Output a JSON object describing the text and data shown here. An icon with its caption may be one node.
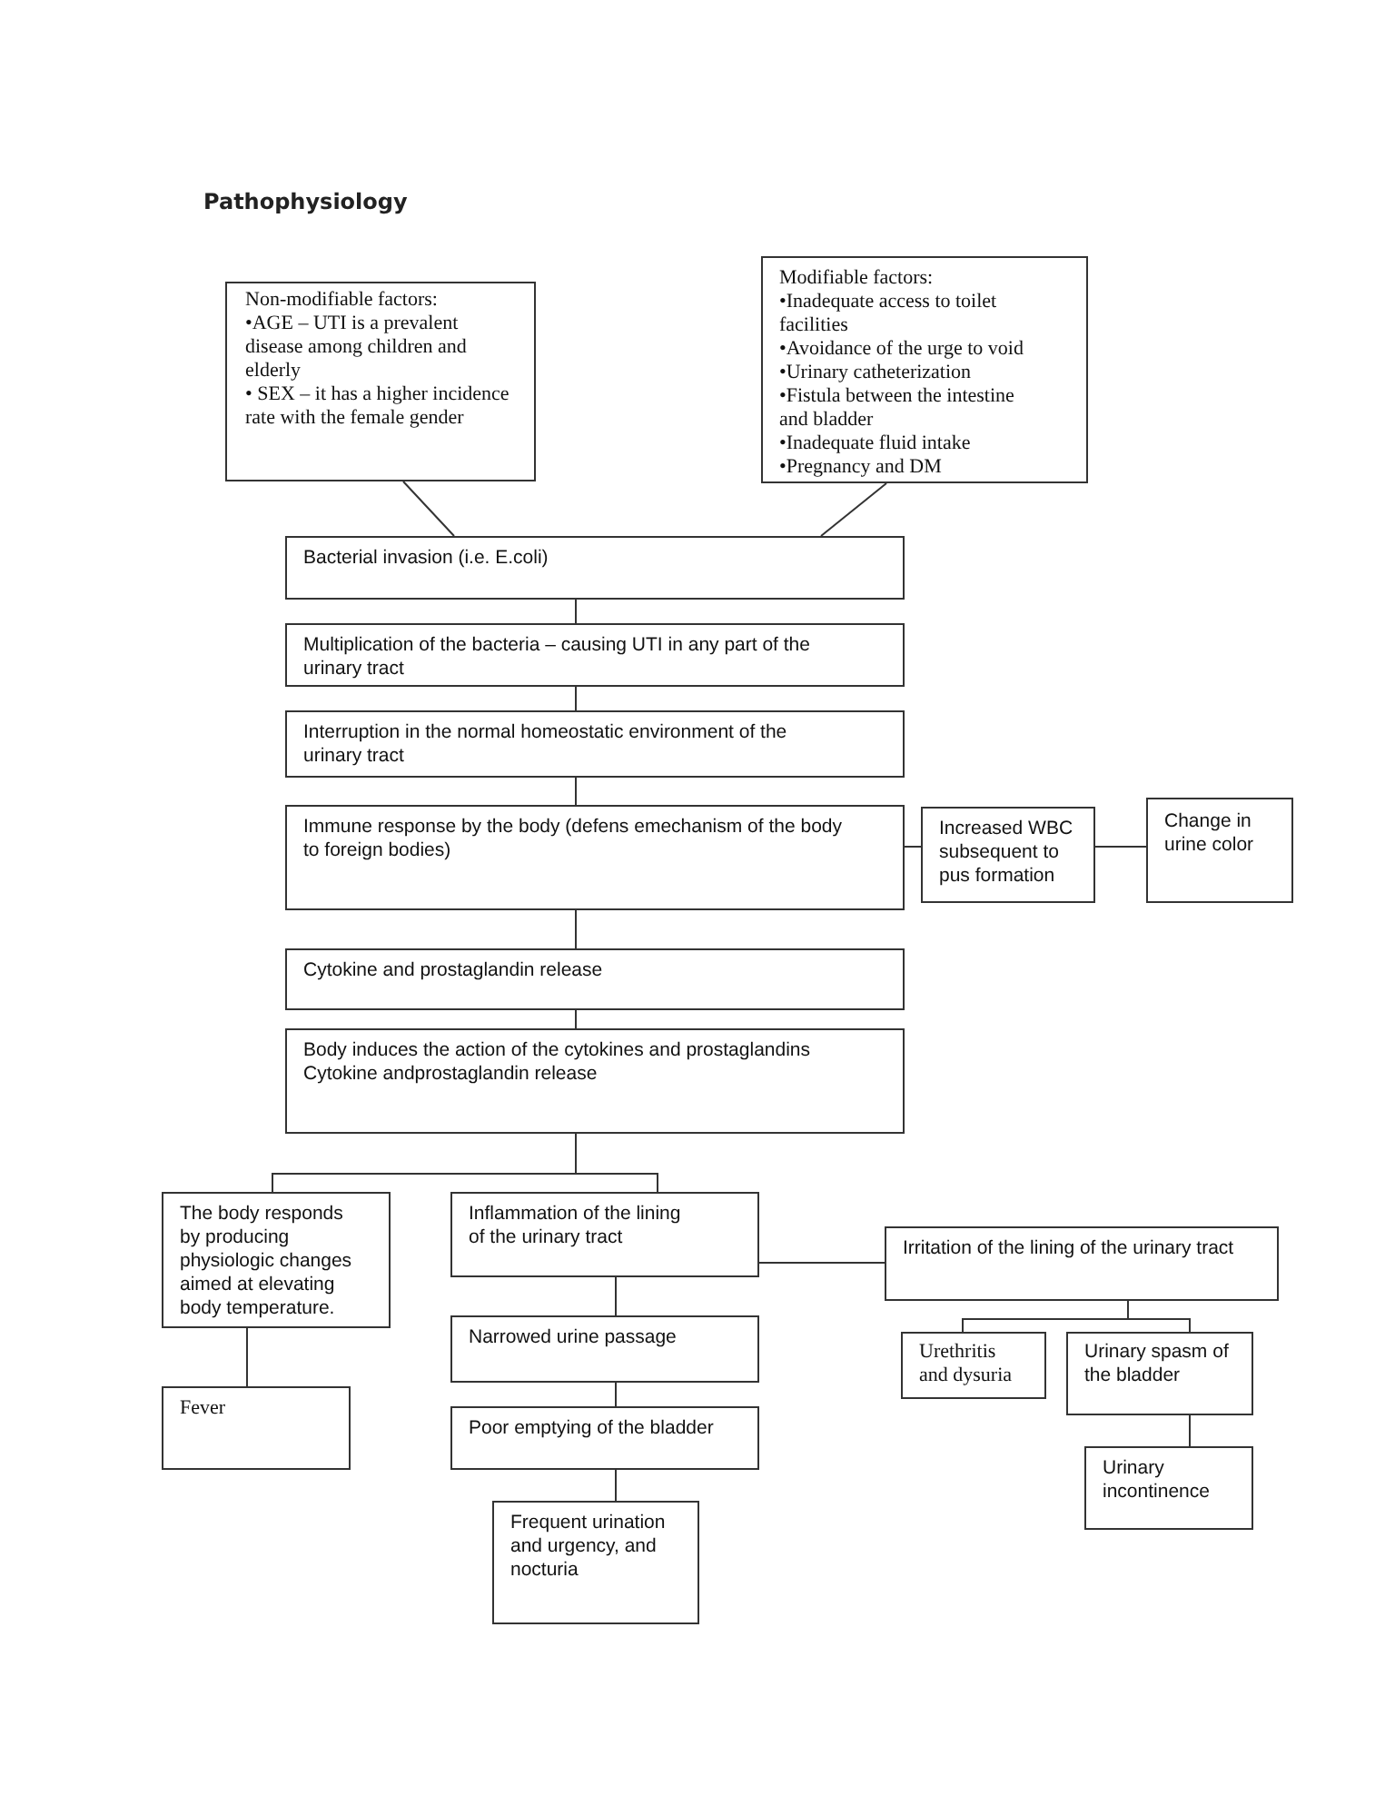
{
  "diagram": {
    "title": "Pathophysiology",
    "nodes": [
      {
        "text": [
          "Non-modifiable factors:",
          "•AGE – UTI is a prevalent disease among children and elderly",
          "• SEX – it has a higher incidence rate with the female gender"
        ]
      },
      {
        "text": [
          "Modifiable factors:",
          "•Inadequate access to toilet facilities",
          "•Avoidance of the urge to void",
          "•Urinary catheterization",
          "•Fistula between the intestine and bladder",
          "•Inadequate fluid intake",
          "•Pregnancy and DM"
        ]
      },
      {
        "text": [
          "Bacterial invasion (i.e. E.coli)"
        ]
      },
      {
        "text": [
          "Multiplication of the bacteria – causing UTI in any part of the urinary tract"
        ]
      },
      {
        "text": [
          "Interruption in the normal homeostatic environment of the urinary tract"
        ]
      },
      {
        "text": [
          "Immune response by the body (defens emechanism of the body to foreign bodies)"
        ]
      },
      {
        "text": [
          "Increased WBC subsequent to pus formation"
        ]
      },
      {
        "text": [
          "Change in urine color"
        ]
      },
      {
        "text": [
          "Cytokine and prostaglandin release"
        ]
      },
      {
        "text": [
          "Body induces the action of the cytokines and prostaglandins",
          "Cytokine andprostaglandin release"
        ]
      },
      {
        "text": [
          "The body responds by producing physiologic changes aimed at elevating body temperature."
        ]
      },
      {
        "text": [
          "Inflammation of the lining of the urinary tract"
        ]
      },
      {
        "text": [
          "Irritation of the lining of the urinary tract"
        ]
      },
      {
        "text": [
          "Narrowed urine passage"
        ]
      },
      {
        "text": [
          "Poor emptying of the bladder"
        ]
      },
      {
        "text": [
          "Frequent urination and urgency, and nocturia"
        ]
      },
      {
        "text": [
          "Fever"
        ]
      },
      {
        "text": [
          "Urethritis and dysuria"
        ]
      },
      {
        "text": [
          "Urinary spasm of the bladder"
        ]
      },
      {
        "text": [
          "Urinary incontinence"
        ]
      }
    ],
    "edges": [
      {
        "from": 0,
        "to": 2,
        "arrow": "none"
      },
      {
        "from": 1,
        "to": 2,
        "arrow": "none"
      },
      {
        "from": 2,
        "to": 3,
        "arrow": "none"
      },
      {
        "from": 3,
        "to": 4,
        "arrow": "none"
      },
      {
        "from": 4,
        "to": 5,
        "arrow": "none"
      },
      {
        "from": 5,
        "to": 6,
        "arrow": "none"
      },
      {
        "from": 6,
        "to": 7,
        "arrow": "none"
      },
      {
        "from": 5,
        "to": 8,
        "arrow": "none"
      },
      {
        "from": 8,
        "to": 9,
        "arrow": "none"
      },
      {
        "from": 9,
        "to": 10,
        "arrow": "none"
      },
      {
        "from": 9,
        "to": 11,
        "arrow": "none"
      },
      {
        "from": 10,
        "to": 16,
        "arrow": "none"
      },
      {
        "from": 11,
        "to": 12,
        "arrow": "none"
      },
      {
        "from": 11,
        "to": 13,
        "arrow": "none"
      },
      {
        "from": 13,
        "to": 14,
        "arrow": "none"
      },
      {
        "from": 14,
        "to": 15,
        "arrow": "none"
      },
      {
        "from": 12,
        "to": 17,
        "arrow": "none"
      },
      {
        "from": 12,
        "to": 18,
        "arrow": "none"
      },
      {
        "from": 18,
        "to": 19,
        "arrow": "none"
      }
    ]
  }
}
